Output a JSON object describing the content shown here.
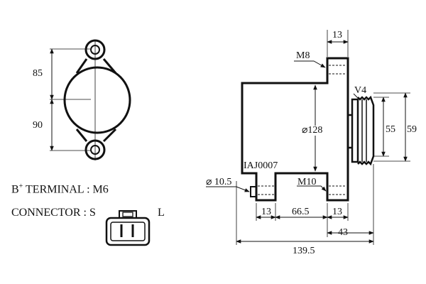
{
  "front_view": {
    "dim_upper": "85",
    "dim_lower": "90"
  },
  "side_view": {
    "dim_lug_width": "13",
    "thread_top": "M8",
    "belt": "V4",
    "dim_bore": "⌀128",
    "dim_pulley_inner": "55",
    "dim_pulley_outer": "59",
    "part_code": "IAJ0007",
    "dim_hole": "⌀ 10.5",
    "thread_bottom": "M10",
    "dim_bottom_left": "13",
    "dim_bottom_mid": "66.5",
    "dim_bottom_right": "13",
    "dim_offset": "43",
    "dim_overall": "139.5"
  },
  "terminal": {
    "label_b": "B",
    "label_b_sup": "+",
    "label_rest": " TERMINAL : M6"
  },
  "connector": {
    "label": "CONNECTOR : S",
    "pin_l": "L"
  }
}
